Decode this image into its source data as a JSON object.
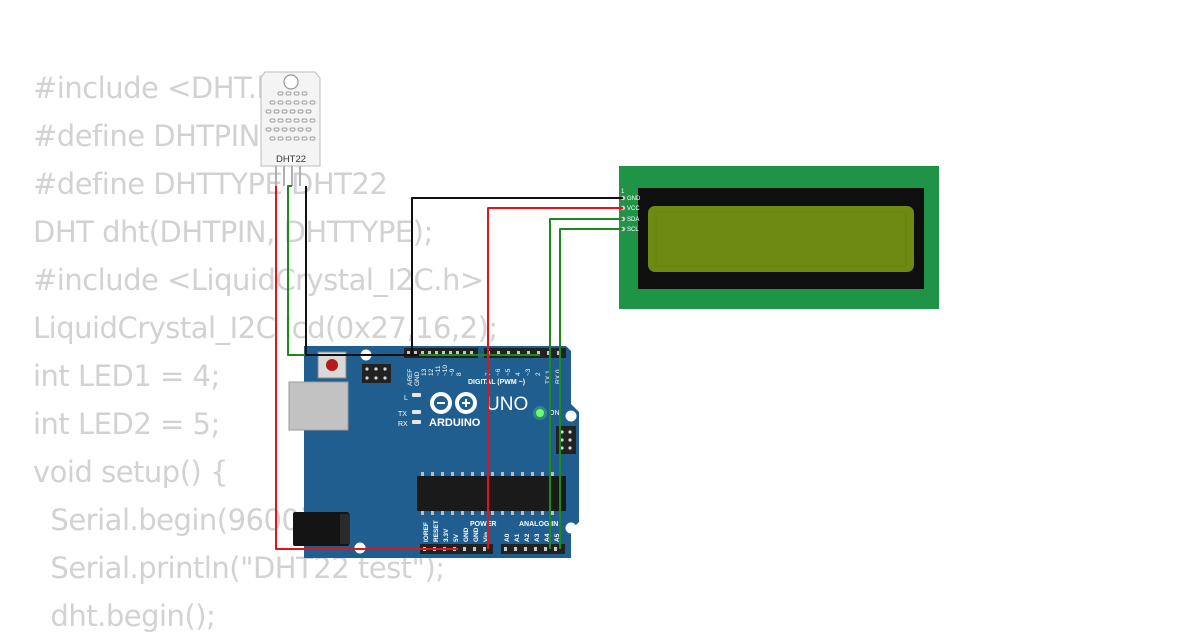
{
  "code": {
    "lines": [
      "#include <DHT.h>",
      "#define DHTPIN 2",
      "#define DHTTYPE DHT22",
      "DHT dht(DHTPIN, DHTTYPE);",
      "#include <LiquidCrystal_I2C.h>",
      "LiquidCrystal_I2C lcd(0x27,16,2);",
      "int LED1 = 4;",
      "int LED2 = 5;",
      "void setup() {",
      "  Serial.begin(9600);",
      "  Serial.println(\"DHT22 test\");",
      "  dht.begin();"
    ]
  },
  "sensor": {
    "label": "DHT22"
  },
  "lcd": {
    "pin_marker": "1",
    "pins": [
      "GND",
      "VCC",
      "SDA",
      "SCL"
    ]
  },
  "arduino": {
    "brand": "ARDUINO",
    "model": "UNO",
    "digital_header": "DIGITAL (PWM ~)",
    "power_header": "POWER",
    "analog_header": "ANALOG IN",
    "aref": "AREF",
    "gnd_top": "GND",
    "digital_pins": [
      "13",
      "12",
      "~11",
      "~10",
      "~9",
      "8",
      "7",
      "~6",
      "~5",
      "4",
      "~3",
      "2",
      "TX 1",
      "RX 0"
    ],
    "led_l": "L",
    "led_tx": "TX",
    "led_rx": "RX",
    "on": "ON",
    "power_pins": [
      "IOREF",
      "RESET",
      "3.3V",
      "5V",
      "GND",
      "GND",
      "Vin"
    ],
    "analog_pins": [
      "A0",
      "A1",
      "A2",
      "A3",
      "A4",
      "A5"
    ]
  },
  "colors": {
    "wire_red": "#e0151b",
    "wire_black": "#111111",
    "wire_green": "#1e8a1e",
    "board_blue": "#1f5e8f",
    "lcd_green": "#1f9446",
    "lcd_screen": "#6f8a12"
  }
}
